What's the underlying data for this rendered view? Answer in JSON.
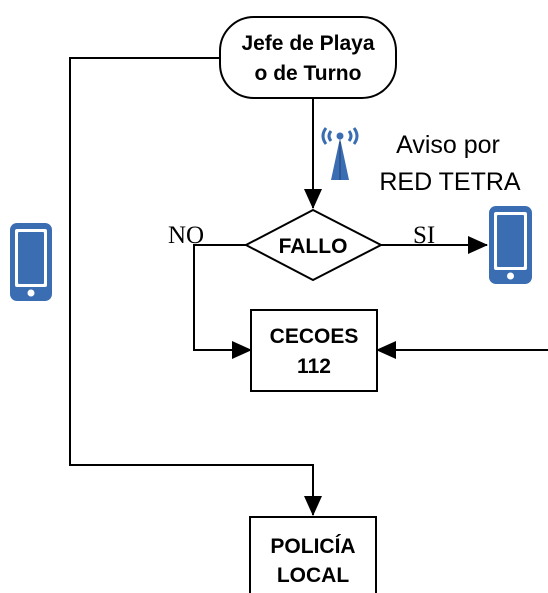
{
  "nodes": {
    "start": {
      "line1": "Jefe de Playa",
      "line2": "o de Turno"
    },
    "decision": {
      "label": "FALLO"
    },
    "cecoes": {
      "line1": "CECOES",
      "line2": "112"
    },
    "police": {
      "line1": "POLICÍA",
      "line2": "LOCAL"
    }
  },
  "edges": {
    "no_label": "NO",
    "si_label": "SI"
  },
  "notes": {
    "tetra_line1": "Aviso por",
    "tetra_line2": "RED TETRA"
  },
  "icons": {
    "antenna": "radio-antenna-icon",
    "phone_left": "mobile-phone-icon",
    "phone_right": "mobile-phone-icon"
  },
  "colors": {
    "line": "#000000",
    "icon": "#3b6db3",
    "icon_dark": "#2a4f86",
    "screen": "#ffffff"
  }
}
